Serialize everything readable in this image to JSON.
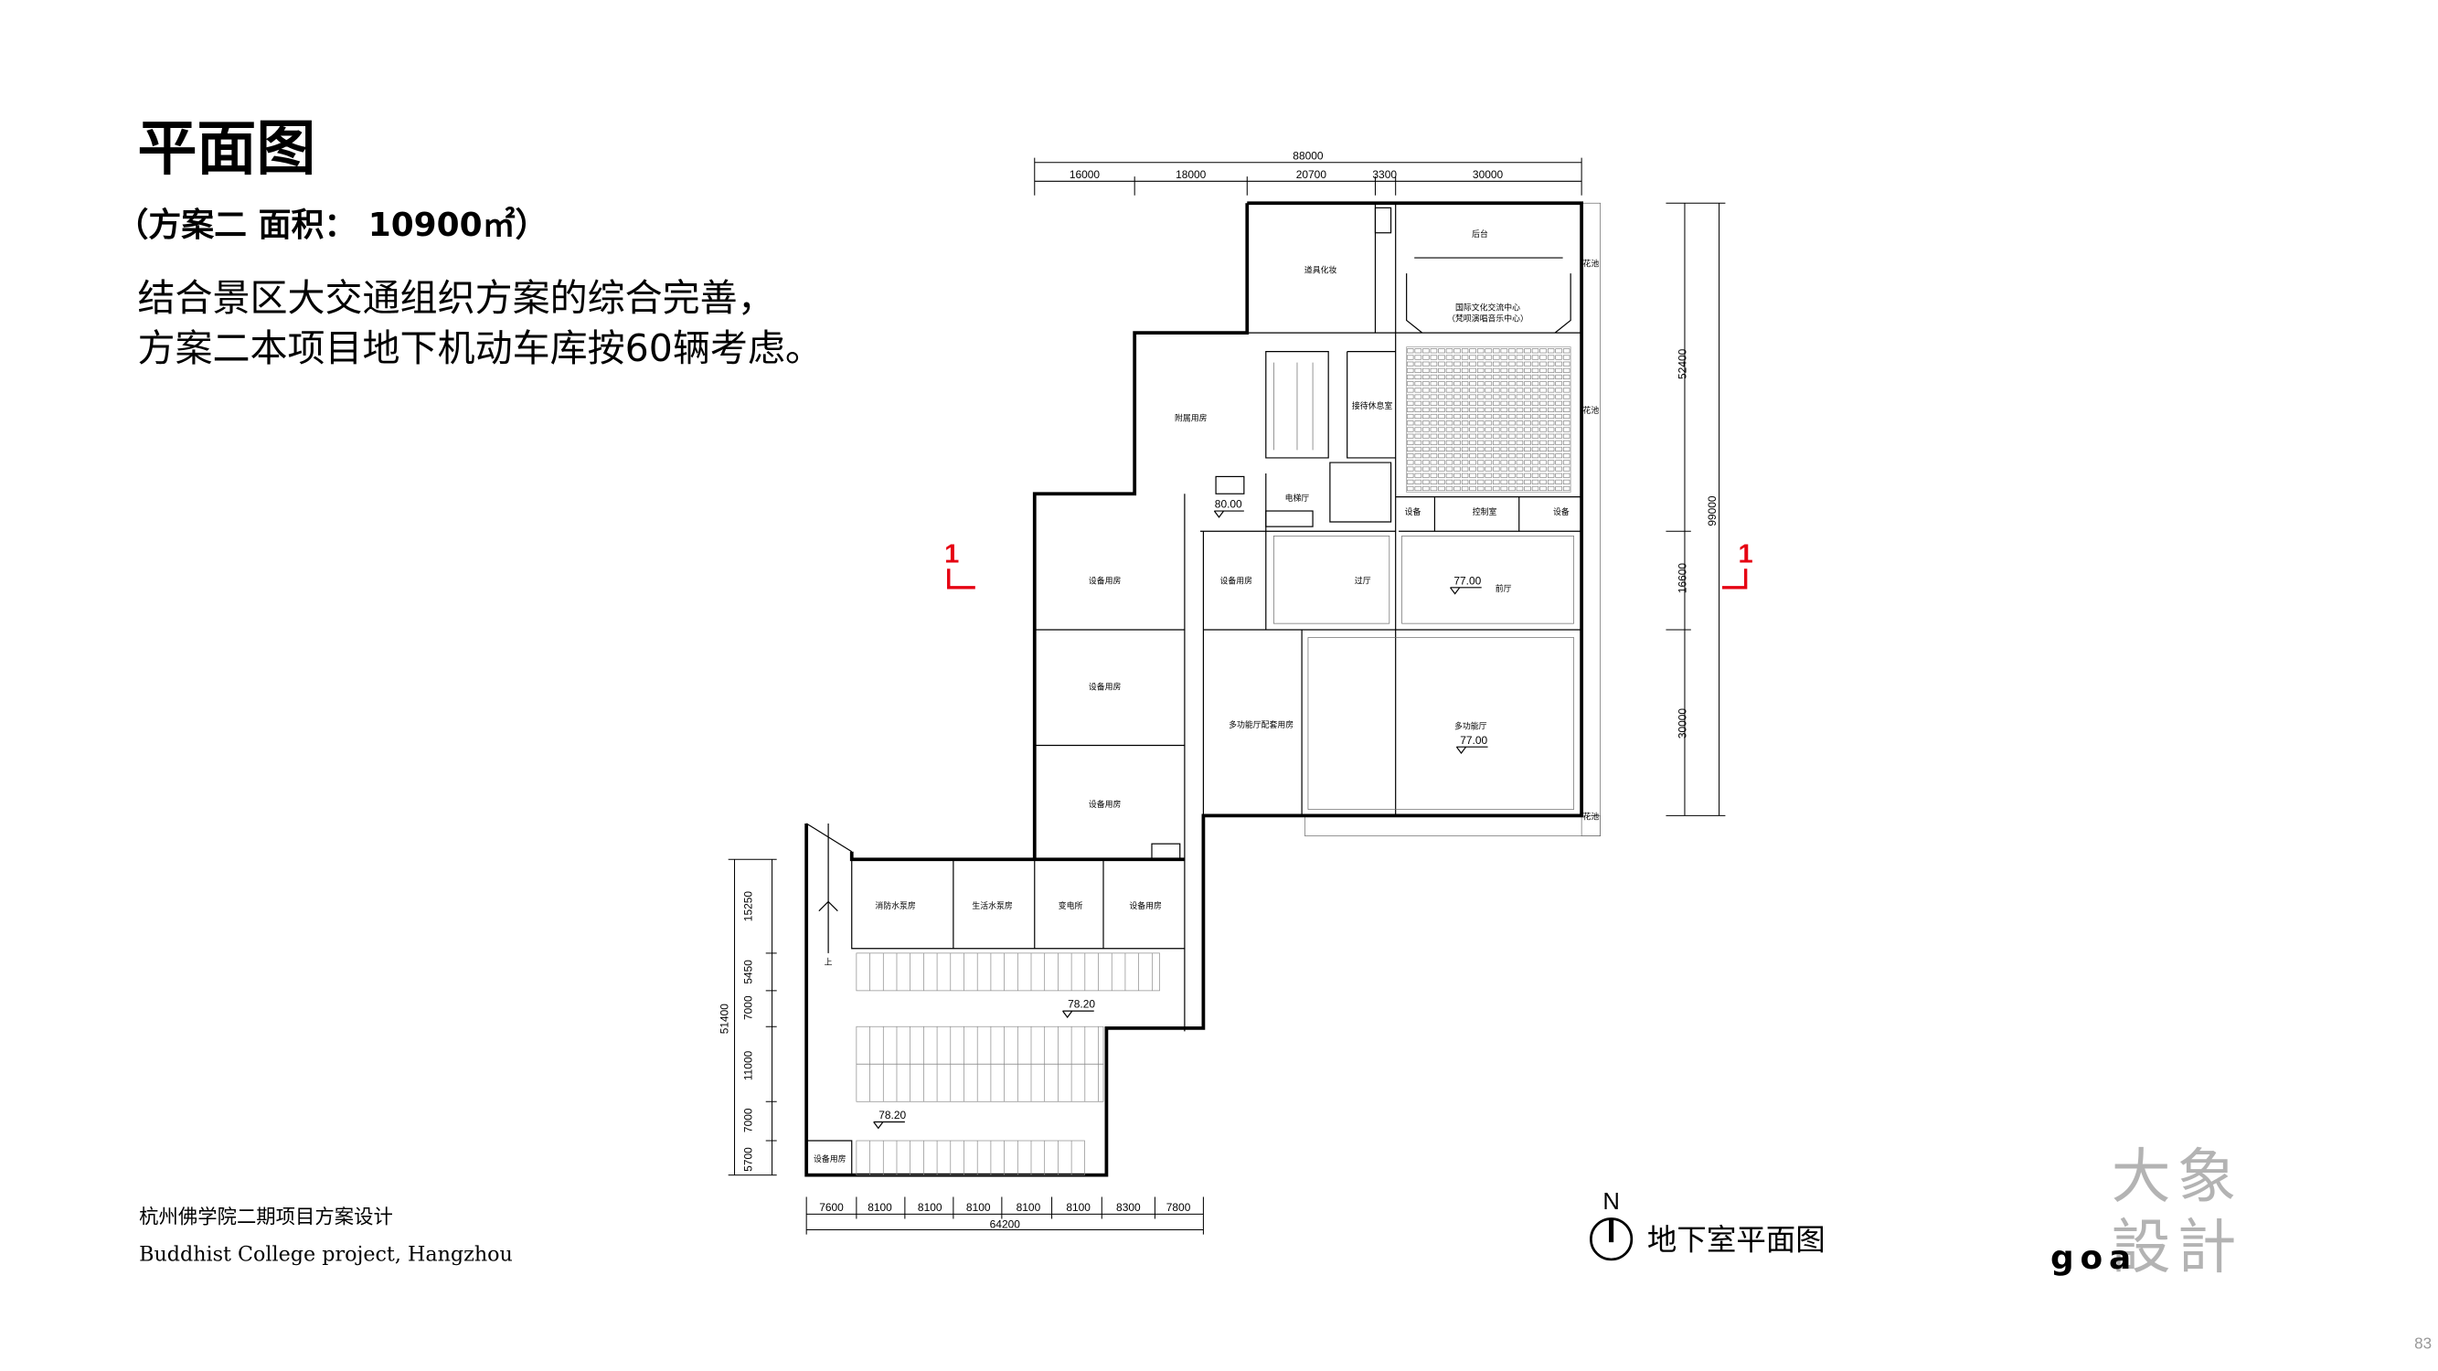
{
  "header": {
    "title": "平面图",
    "subtitle": "（方案二 面积：  10900㎡）",
    "description_lines": [
      "结合景区大交通组织方案的综合完善，",
      "方案二本项目地下机动车库按60辆考虑。"
    ]
  },
  "footer": {
    "project_cn": "杭州佛学院二期项目方案设计",
    "project_en": "Buddhist College project, Hangzhou",
    "page_number": "83"
  },
  "drawing": {
    "caption": "地下室平面图",
    "north_label": "N",
    "section_mark": "1",
    "rooms": {
      "backstage": "后台",
      "props_makeup": "道具化妆",
      "theater_line1": "国际文化交流中心",
      "theater_line2": "（梵呗演唱音乐中心）",
      "annex": "附属用房",
      "reception": "接待休息室",
      "elevator_hall": "电梯厅",
      "equipment_small": "设备",
      "control_room": "控制室",
      "equipment_room": "设备用房",
      "passage_hall": "过厅",
      "front_hall": "前厅",
      "multi_support": "多功能厅配套用房",
      "multi_hall": "多功能厅",
      "planter": "花池",
      "fire_pump": "消防水泵房",
      "water_pump": "生活水泵房",
      "substation": "变电所",
      "up": "上"
    },
    "levels": {
      "upper": "80.00",
      "hall": "77.00",
      "garage": "78.20"
    },
    "dims_top": {
      "total": "88000",
      "segments": [
        "16000",
        "18000",
        "20700",
        "3300",
        "30000"
      ]
    },
    "dims_right": {
      "total": "99000",
      "segments": [
        "52400",
        "16600",
        "30000"
      ]
    },
    "dims_left": {
      "total": "51400",
      "segments": [
        "15250",
        "5450",
        "7000",
        "11000",
        "7000",
        "5700"
      ]
    },
    "dims_bottom": {
      "total": "64200",
      "segments": [
        "7600",
        "8100",
        "8100",
        "8100",
        "8100",
        "8100",
        "8300",
        "7800"
      ]
    }
  },
  "logo": {
    "cn_top": "大象",
    "cn_bottom": "設計",
    "en": "goa"
  },
  "colors": {
    "section_red": "#e60012",
    "logo_gray": "#b3b3b3"
  }
}
